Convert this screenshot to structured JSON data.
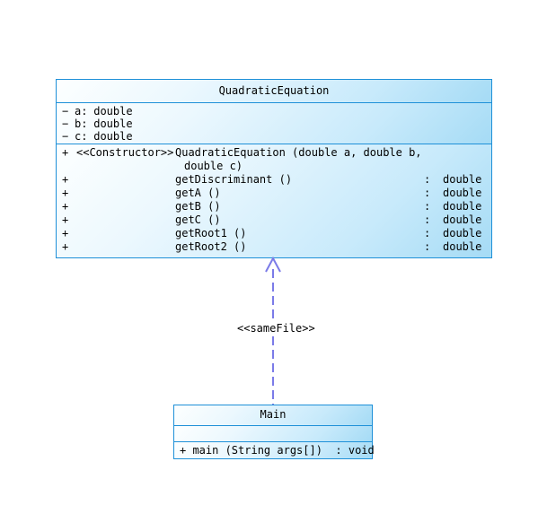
{
  "diagram": {
    "type": "uml-class-diagram",
    "background_color": "#ffffff",
    "border_color": "#1E90D8",
    "fill_gradient_from": "#ffffff",
    "fill_gradient_to": "#a5dbf5",
    "connector_color": "#7B7BE8"
  },
  "classes": [
    {
      "name": "QuadraticEquation",
      "attributes": [
        {
          "visibility": "−",
          "name": "a",
          "separator": ":",
          "type": "double"
        },
        {
          "visibility": "−",
          "name": "b",
          "separator": ":",
          "type": "double"
        },
        {
          "visibility": "−",
          "name": "c",
          "separator": ":",
          "type": "double"
        }
      ],
      "methods": [
        {
          "visibility": "+",
          "stereotype": "<<Constructor>>",
          "signature_line1": "QuadraticEquation (double a, double b,",
          "signature_line2": "double c)",
          "separator": "",
          "return_type": ""
        },
        {
          "visibility": "+",
          "stereotype": "",
          "signature_line1": "getDiscriminant ()",
          "signature_line2": "",
          "separator": ":",
          "return_type": "double"
        },
        {
          "visibility": "+",
          "stereotype": "",
          "signature_line1": "getA ()",
          "signature_line2": "",
          "separator": ":",
          "return_type": "double"
        },
        {
          "visibility": "+",
          "stereotype": "",
          "signature_line1": "getB ()",
          "signature_line2": "",
          "separator": ":",
          "return_type": "double"
        },
        {
          "visibility": "+",
          "stereotype": "",
          "signature_line1": "getC ()",
          "signature_line2": "",
          "separator": ":",
          "return_type": "double"
        },
        {
          "visibility": "+",
          "stereotype": "",
          "signature_line1": "getRoot1 ()",
          "signature_line2": "",
          "separator": ":",
          "return_type": "double"
        },
        {
          "visibility": "+",
          "stereotype": "",
          "signature_line1": "getRoot2 ()",
          "signature_line2": "",
          "separator": ":",
          "return_type": "double"
        }
      ]
    },
    {
      "name": "Main",
      "attributes": [],
      "methods": [
        {
          "visibility": "+",
          "stereotype": "",
          "signature_line1": "main (String args[])",
          "signature_line2": "",
          "separator": ":",
          "return_type": "void"
        }
      ],
      "main_method_text": "+ main (String args[])  : void"
    }
  ],
  "relationship": {
    "stereotype_label": "<<sameFile>>",
    "style": "dashed",
    "arrowhead": "open",
    "from": "Main",
    "to": "QuadraticEquation"
  }
}
